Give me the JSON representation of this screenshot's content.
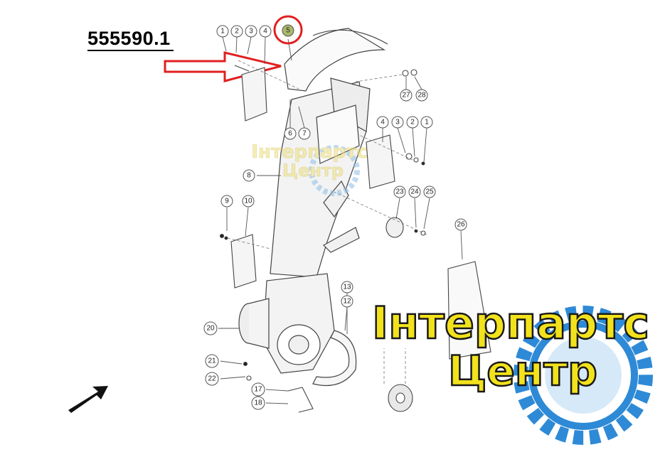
{
  "part_number": "555590.1",
  "highlighted_callout": "5",
  "callouts": [
    "1",
    "2",
    "3",
    "4",
    "5",
    "27",
    "28",
    "6",
    "7",
    "4",
    "3",
    "2",
    "1",
    "8",
    "9",
    "10",
    "23",
    "24",
    "25",
    "26",
    "13",
    "12",
    "20",
    "21",
    "22",
    "17",
    "18"
  ],
  "watermark_small": [
    "Інтерпартс",
    "Центр"
  ],
  "watermark_large": [
    "Інтерпартс",
    "Центр"
  ],
  "colors": {
    "highlight_ring": "#e02020",
    "highlight_fill": "#a9b86a",
    "arrow_outline": "#e02020",
    "brand_yellow": "#f2e21c",
    "brand_gear": "#2e8ad6",
    "line": "#444444"
  }
}
